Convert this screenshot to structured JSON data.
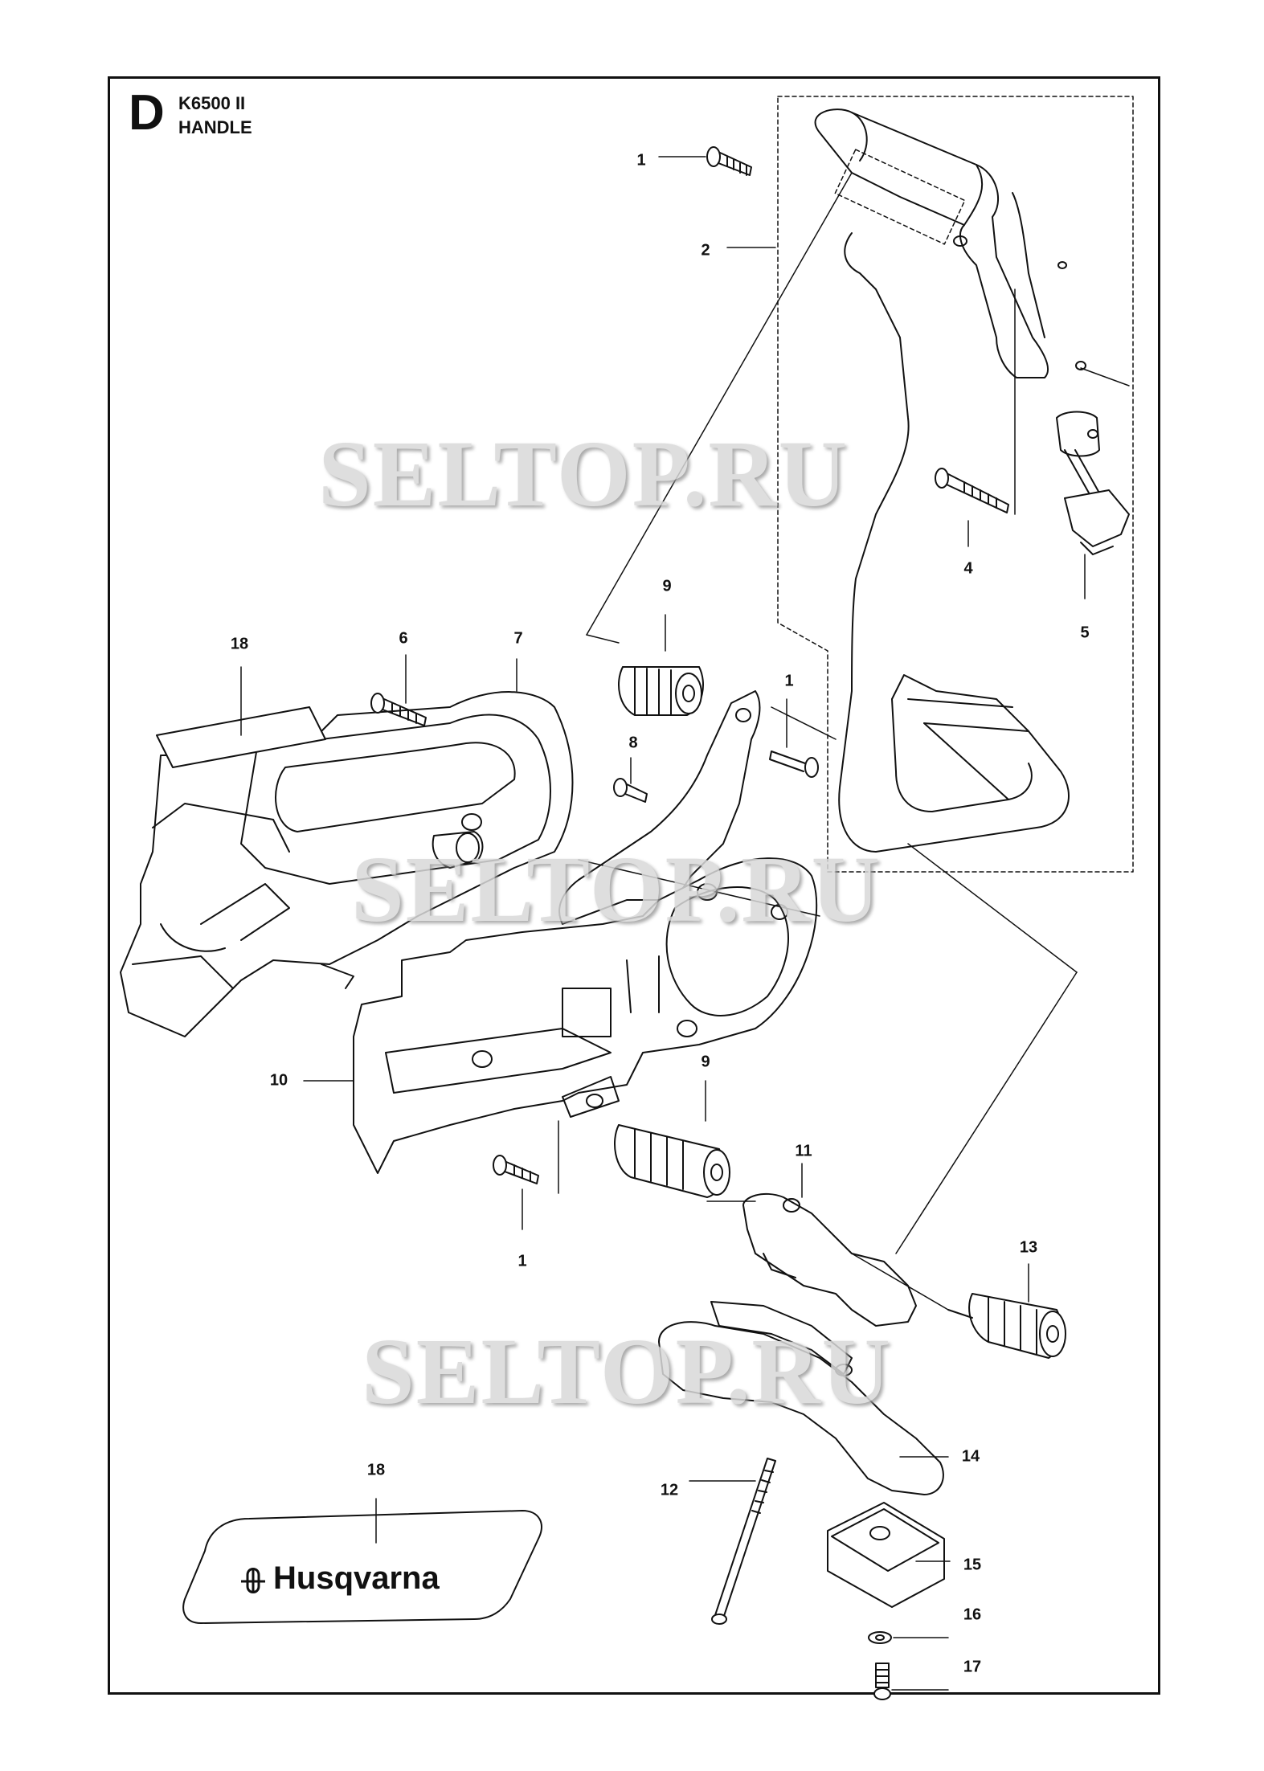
{
  "header": {
    "section_letter": "D",
    "model": "K6500 II",
    "title": "HANDLE"
  },
  "watermarks": [
    "SELTOP.RU",
    "SELTOP.RU",
    "SELTOP.RU"
  ],
  "callouts": [
    {
      "id": "c1a",
      "label": "1"
    },
    {
      "id": "c2",
      "label": "2"
    },
    {
      "id": "c4",
      "label": "4"
    },
    {
      "id": "c5",
      "label": "5"
    },
    {
      "id": "c9a",
      "label": "9"
    },
    {
      "id": "c18a",
      "label": "18"
    },
    {
      "id": "c6",
      "label": "6"
    },
    {
      "id": "c7",
      "label": "7"
    },
    {
      "id": "c1b",
      "label": "1"
    },
    {
      "id": "c8",
      "label": "8"
    },
    {
      "id": "c10",
      "label": "10"
    },
    {
      "id": "c9b",
      "label": "9"
    },
    {
      "id": "c11",
      "label": "11"
    },
    {
      "id": "c1c",
      "label": "1"
    },
    {
      "id": "c13",
      "label": "13"
    },
    {
      "id": "c18b",
      "label": "18"
    },
    {
      "id": "c14",
      "label": "14"
    },
    {
      "id": "c12",
      "label": "12"
    },
    {
      "id": "c15",
      "label": "15"
    },
    {
      "id": "c16",
      "label": "16"
    },
    {
      "id": "c17",
      "label": "17"
    }
  ],
  "decal": {
    "brand": "Husqvarna",
    "logo_name": "husqvarna-crown-logo"
  },
  "colors": {
    "line": "#111111",
    "part_fill": "#ffffff",
    "part_shade": "#d8d8d8",
    "watermark": "#d9d9d9"
  }
}
